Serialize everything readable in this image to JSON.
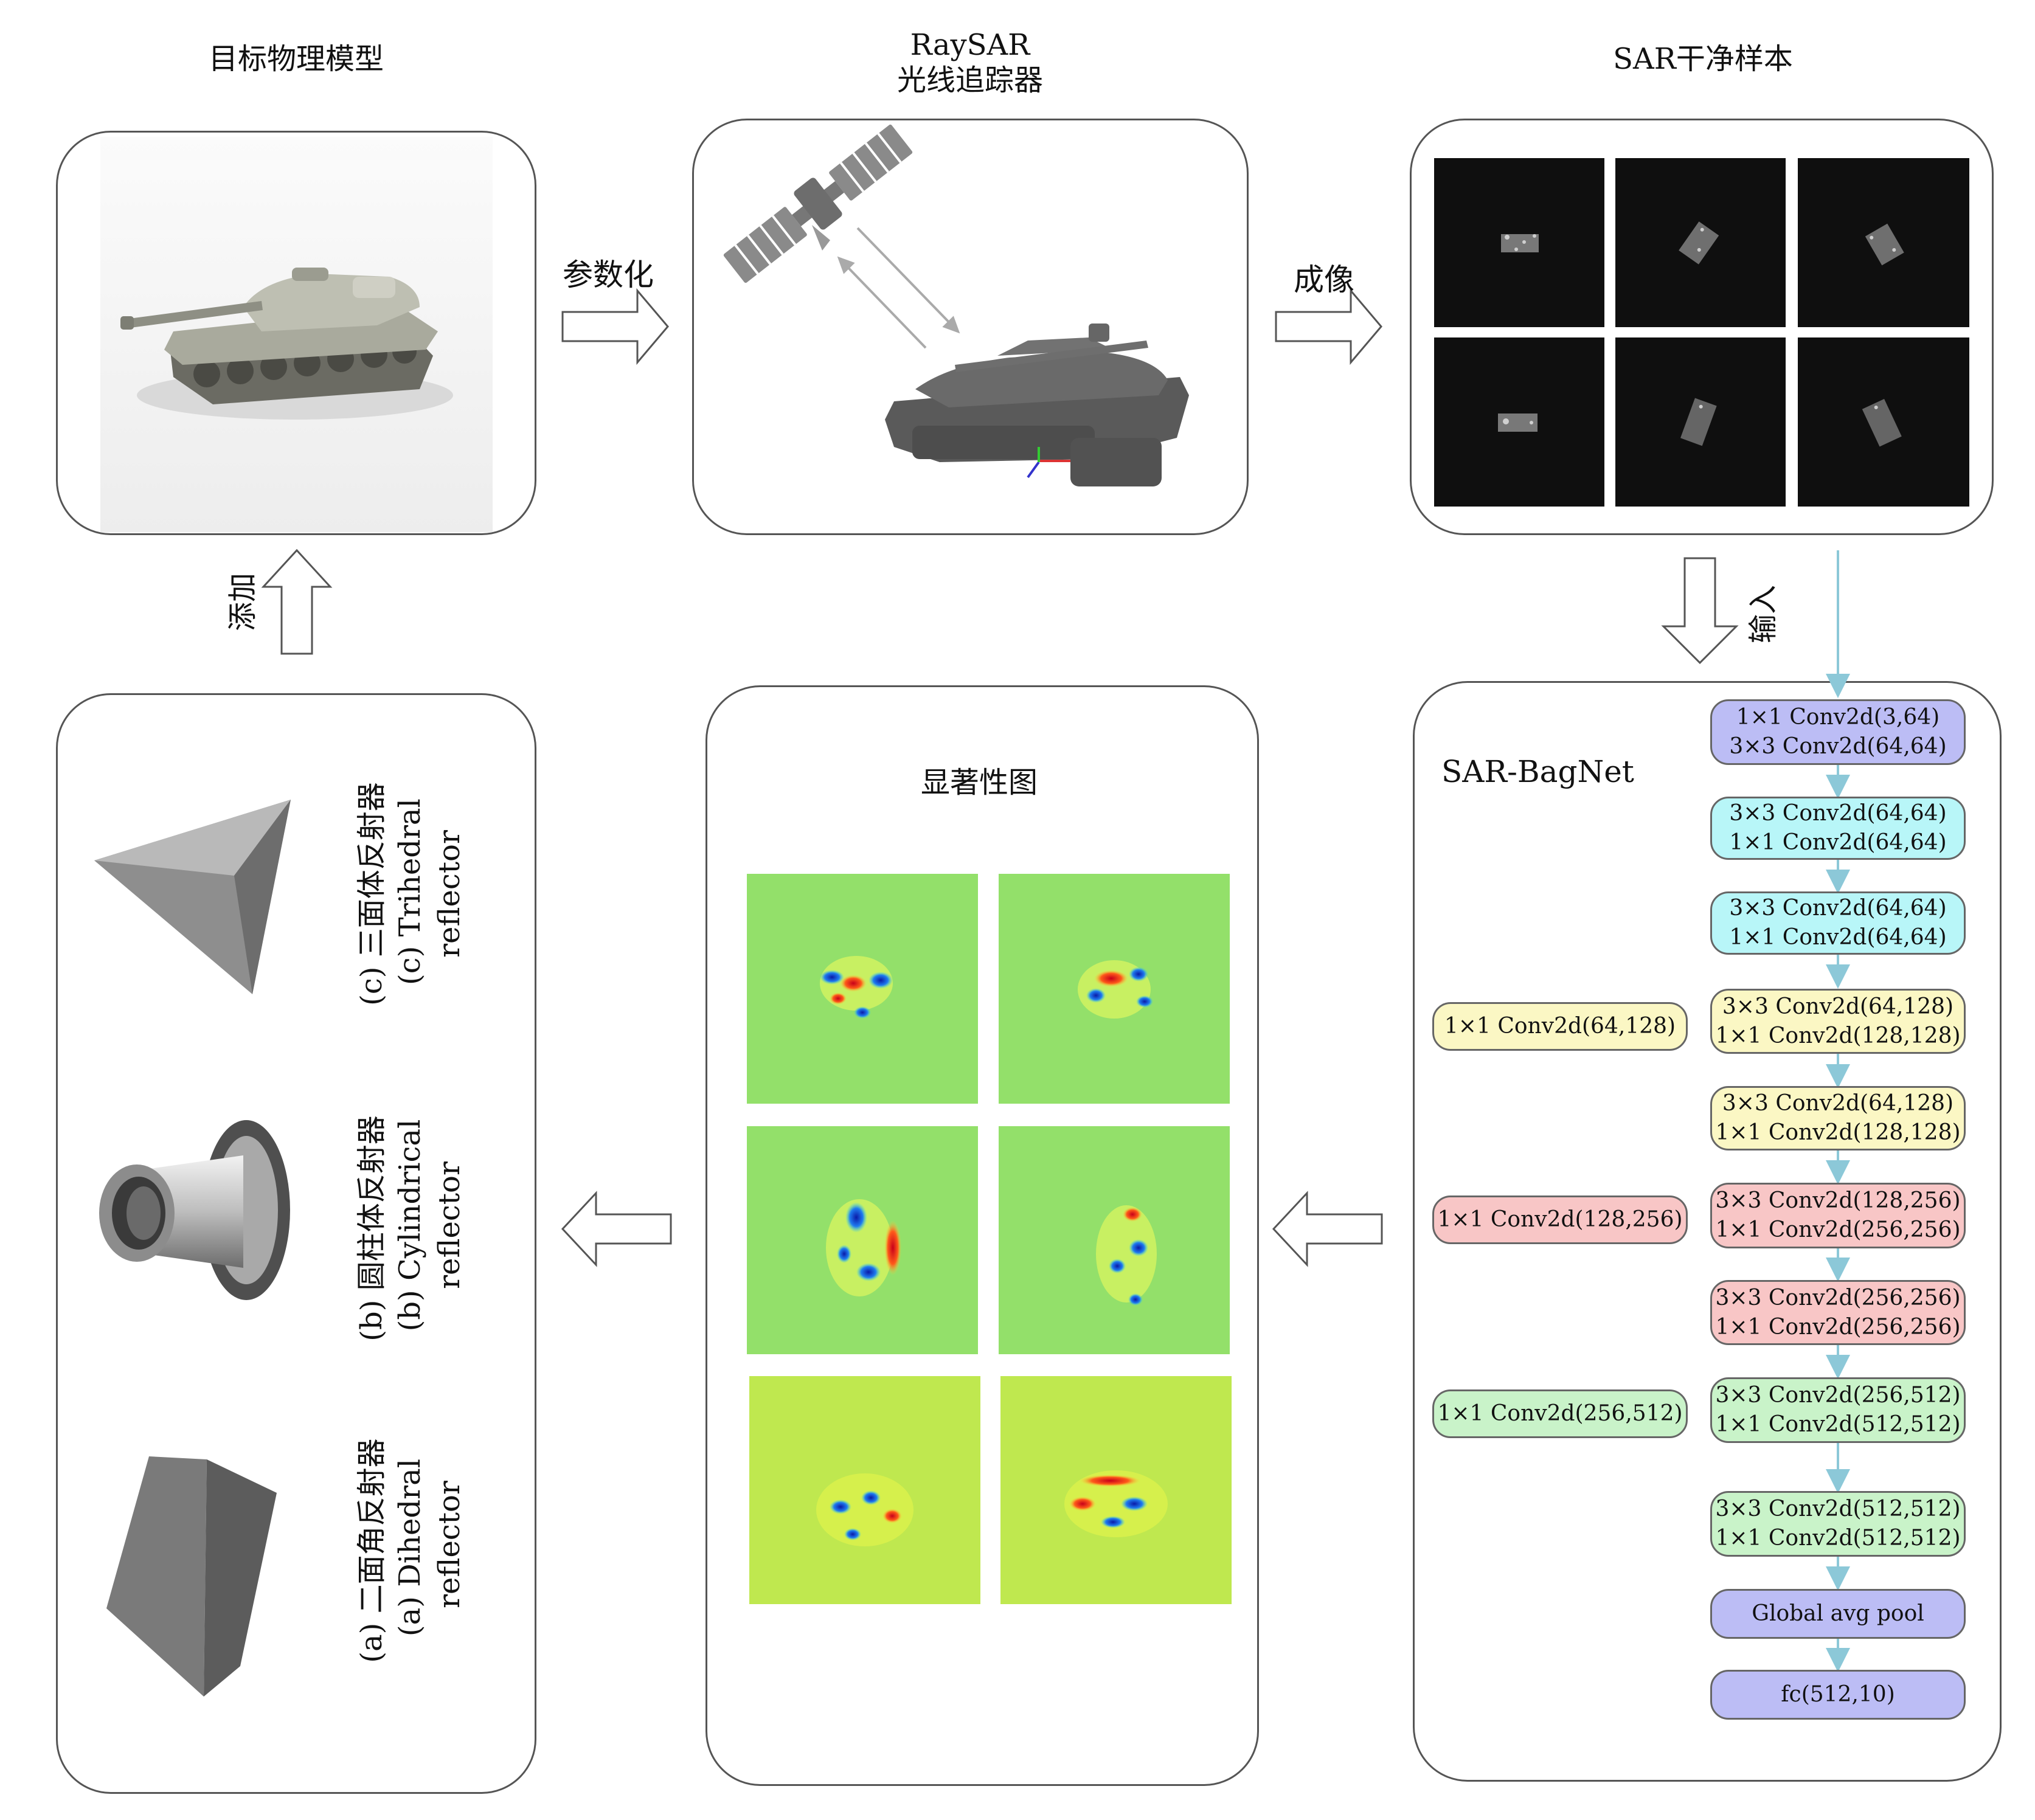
{
  "top_titles": {
    "model": "目标物理模型",
    "tracer_line1": "RaySAR",
    "tracer_line2": "光线追踪器",
    "clean": "SAR干净样本"
  },
  "arrows": {
    "parameterize": "参数化",
    "imaging": "成像",
    "input": "输入",
    "add": "添加"
  },
  "saliency_title": "显著性图",
  "network": {
    "name": "SAR-BagNet",
    "blocks": [
      {
        "lines": [
          "1×1 Conv2d(3,64)",
          "3×3 Conv2d(64,64)"
        ],
        "color": "purple"
      },
      {
        "lines": [
          "3×3 Conv2d(64,64)",
          "1×1 Conv2d(64,64)"
        ],
        "color": "cyan"
      },
      {
        "lines": [
          "3×3 Conv2d(64,64)",
          "1×1 Conv2d(64,64)"
        ],
        "color": "cyan"
      },
      {
        "lines": [
          "3×3 Conv2d(64,128)",
          "1×1 Conv2d(128,128)"
        ],
        "color": "yellow"
      },
      {
        "lines": [
          "3×3 Conv2d(64,128)",
          "1×1 Conv2d(128,128)"
        ],
        "color": "yellow"
      },
      {
        "lines": [
          "3×3 Conv2d(128,256)",
          "1×1 Conv2d(256,256)"
        ],
        "color": "red"
      },
      {
        "lines": [
          "3×3 Conv2d(256,256)",
          "1×1 Conv2d(256,256)"
        ],
        "color": "red"
      },
      {
        "lines": [
          "3×3 Conv2d(256,512)",
          "1×1 Conv2d(512,512)"
        ],
        "color": "green"
      },
      {
        "lines": [
          "3×3 Conv2d(512,512)",
          "1×1 Conv2d(512,512)"
        ],
        "color": "green"
      },
      {
        "lines": [
          "Global avg pool"
        ],
        "color": "purple"
      },
      {
        "lines": [
          "fc(512,10)"
        ],
        "color": "purple"
      }
    ],
    "side_blocks": [
      {
        "label": "1×1 Conv2d(64,128)",
        "color": "yellow"
      },
      {
        "label": "1×1 Conv2d(128,256)",
        "color": "red"
      },
      {
        "label": "1×1 Conv2d(256,512)",
        "color": "green"
      }
    ]
  },
  "reflectors": [
    {
      "line1": "(c) 三面体反射器",
      "line2": "(c) Trihedral",
      "line3": "reflector"
    },
    {
      "line1": "(b) 圆柱体反射器",
      "line2": "(b) Cylindrical",
      "line3": "reflector"
    },
    {
      "line1": "(a) 二面角反射器",
      "line2": "(a) Dihedral",
      "line3": "reflector"
    }
  ],
  "colors": {
    "border": "#555555",
    "flow_arrow": "#8cc8d8",
    "purple": "#bcbdf5",
    "cyan": "#b8f6f8",
    "yellow": "#fbf7c4",
    "red": "#f8c6c6",
    "green": "#c9f3c9"
  }
}
